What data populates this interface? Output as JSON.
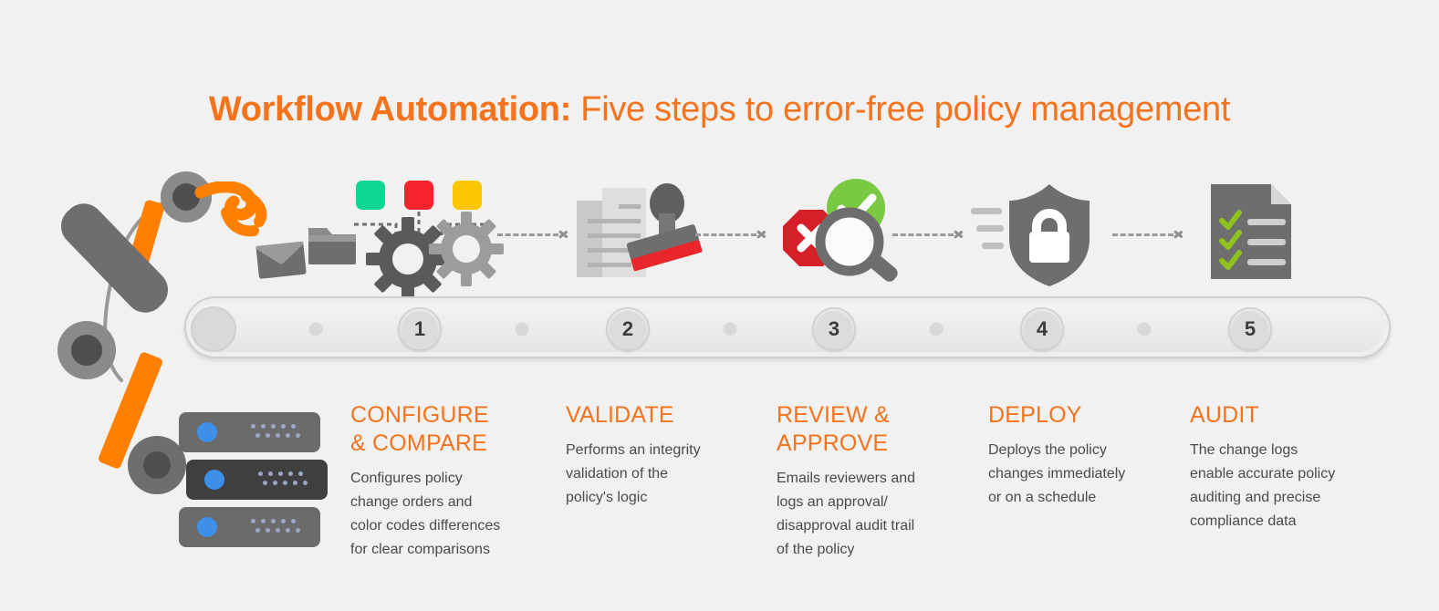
{
  "page": {
    "background": "#f1f1f1",
    "accent_color": "#F4731C",
    "body_text_color": "#4a4a4a"
  },
  "title": {
    "bold_part": "Workflow Automation:",
    "light_part": " Five steps to error-free policy management"
  },
  "track": {
    "markers": [
      "1",
      "2",
      "3",
      "4",
      "5"
    ],
    "small_dot_count": 5,
    "start_node": ""
  },
  "steps": [
    {
      "number": "1",
      "heading": "CONFIGURE\n& COMPARE",
      "description": "Configures policy\nchange orders and\ncolor codes differences\nfor clear comparisons",
      "icons": [
        "envelope-icon",
        "folder-icon",
        "gear-icon",
        "gear-icon",
        "color-chip-green",
        "color-chip-red",
        "color-chip-yellow"
      ]
    },
    {
      "number": "2",
      "heading": "VALIDATE",
      "description": "Performs an integrity\nvalidation of the\npolicy's logic",
      "icons": [
        "document-icon",
        "rubber-stamp-icon"
      ]
    },
    {
      "number": "3",
      "heading": "REVIEW &\nAPPROVE",
      "description": "Emails reviewers and\nlogs an approval/\ndisapproval audit trail\nof the policy",
      "icons": [
        "reject-octagon-icon",
        "approve-check-icon",
        "magnifier-icon"
      ]
    },
    {
      "number": "4",
      "heading": "DEPLOY",
      "description": "Deploys the policy\nchanges immediately\nor on a schedule",
      "icons": [
        "speed-lines-icon",
        "shield-lock-icon"
      ]
    },
    {
      "number": "5",
      "heading": "AUDIT",
      "description": "The change logs\nenable accurate policy\nauditing and precise\ncompliance data",
      "icons": [
        "checklist-document-icon"
      ]
    }
  ],
  "chips": {
    "green": "#0FD695",
    "red": "#F5232F",
    "yellow": "#FBC700"
  },
  "colors": {
    "robot_orange": "#FF8000",
    "robot_gray": "#6e6e6e",
    "joint_gray": "#8a8a8a",
    "joint_core": "#4f4f4f",
    "server_body": "#6b6b6b",
    "server_dark": "#3f3f3f",
    "server_led": "#3d8fe8",
    "stamp_red": "#E8262C",
    "shield_gray": "#6e6e6e",
    "check_green": "#7DC220",
    "approve_green": "#7AC943",
    "reject_red": "#D62027",
    "track_fill": "#efeeee",
    "track_border": "#cfcfcf",
    "node_fill": "#dcdcdc"
  },
  "decor": {
    "illustration_name": "robot-arm-with-servers",
    "connector_style": "dashed-arrow"
  }
}
